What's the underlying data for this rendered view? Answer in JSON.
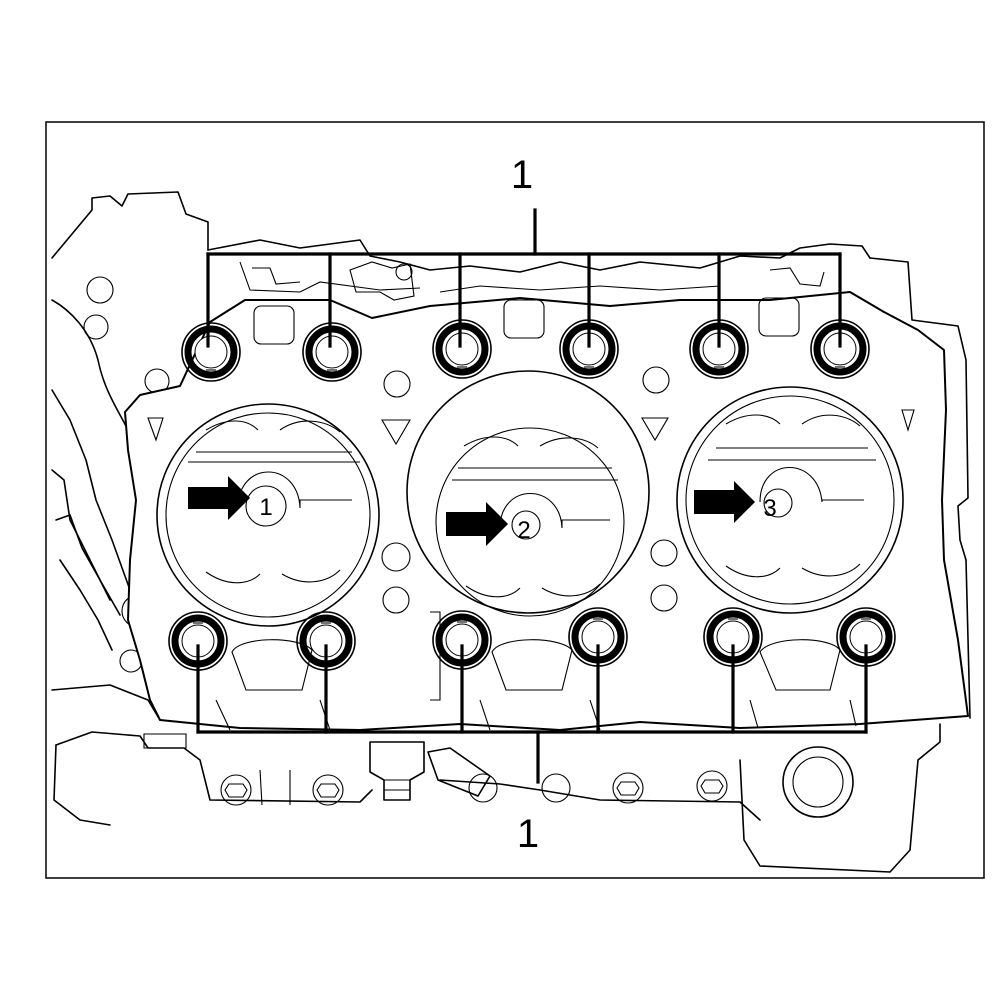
{
  "callouts": {
    "top": "1",
    "bottom": "1"
  },
  "cylinders": [
    {
      "label": "1"
    },
    {
      "label": "2"
    },
    {
      "label": "3"
    }
  ],
  "colors": {
    "line": "#000000",
    "background": "#ffffff"
  }
}
